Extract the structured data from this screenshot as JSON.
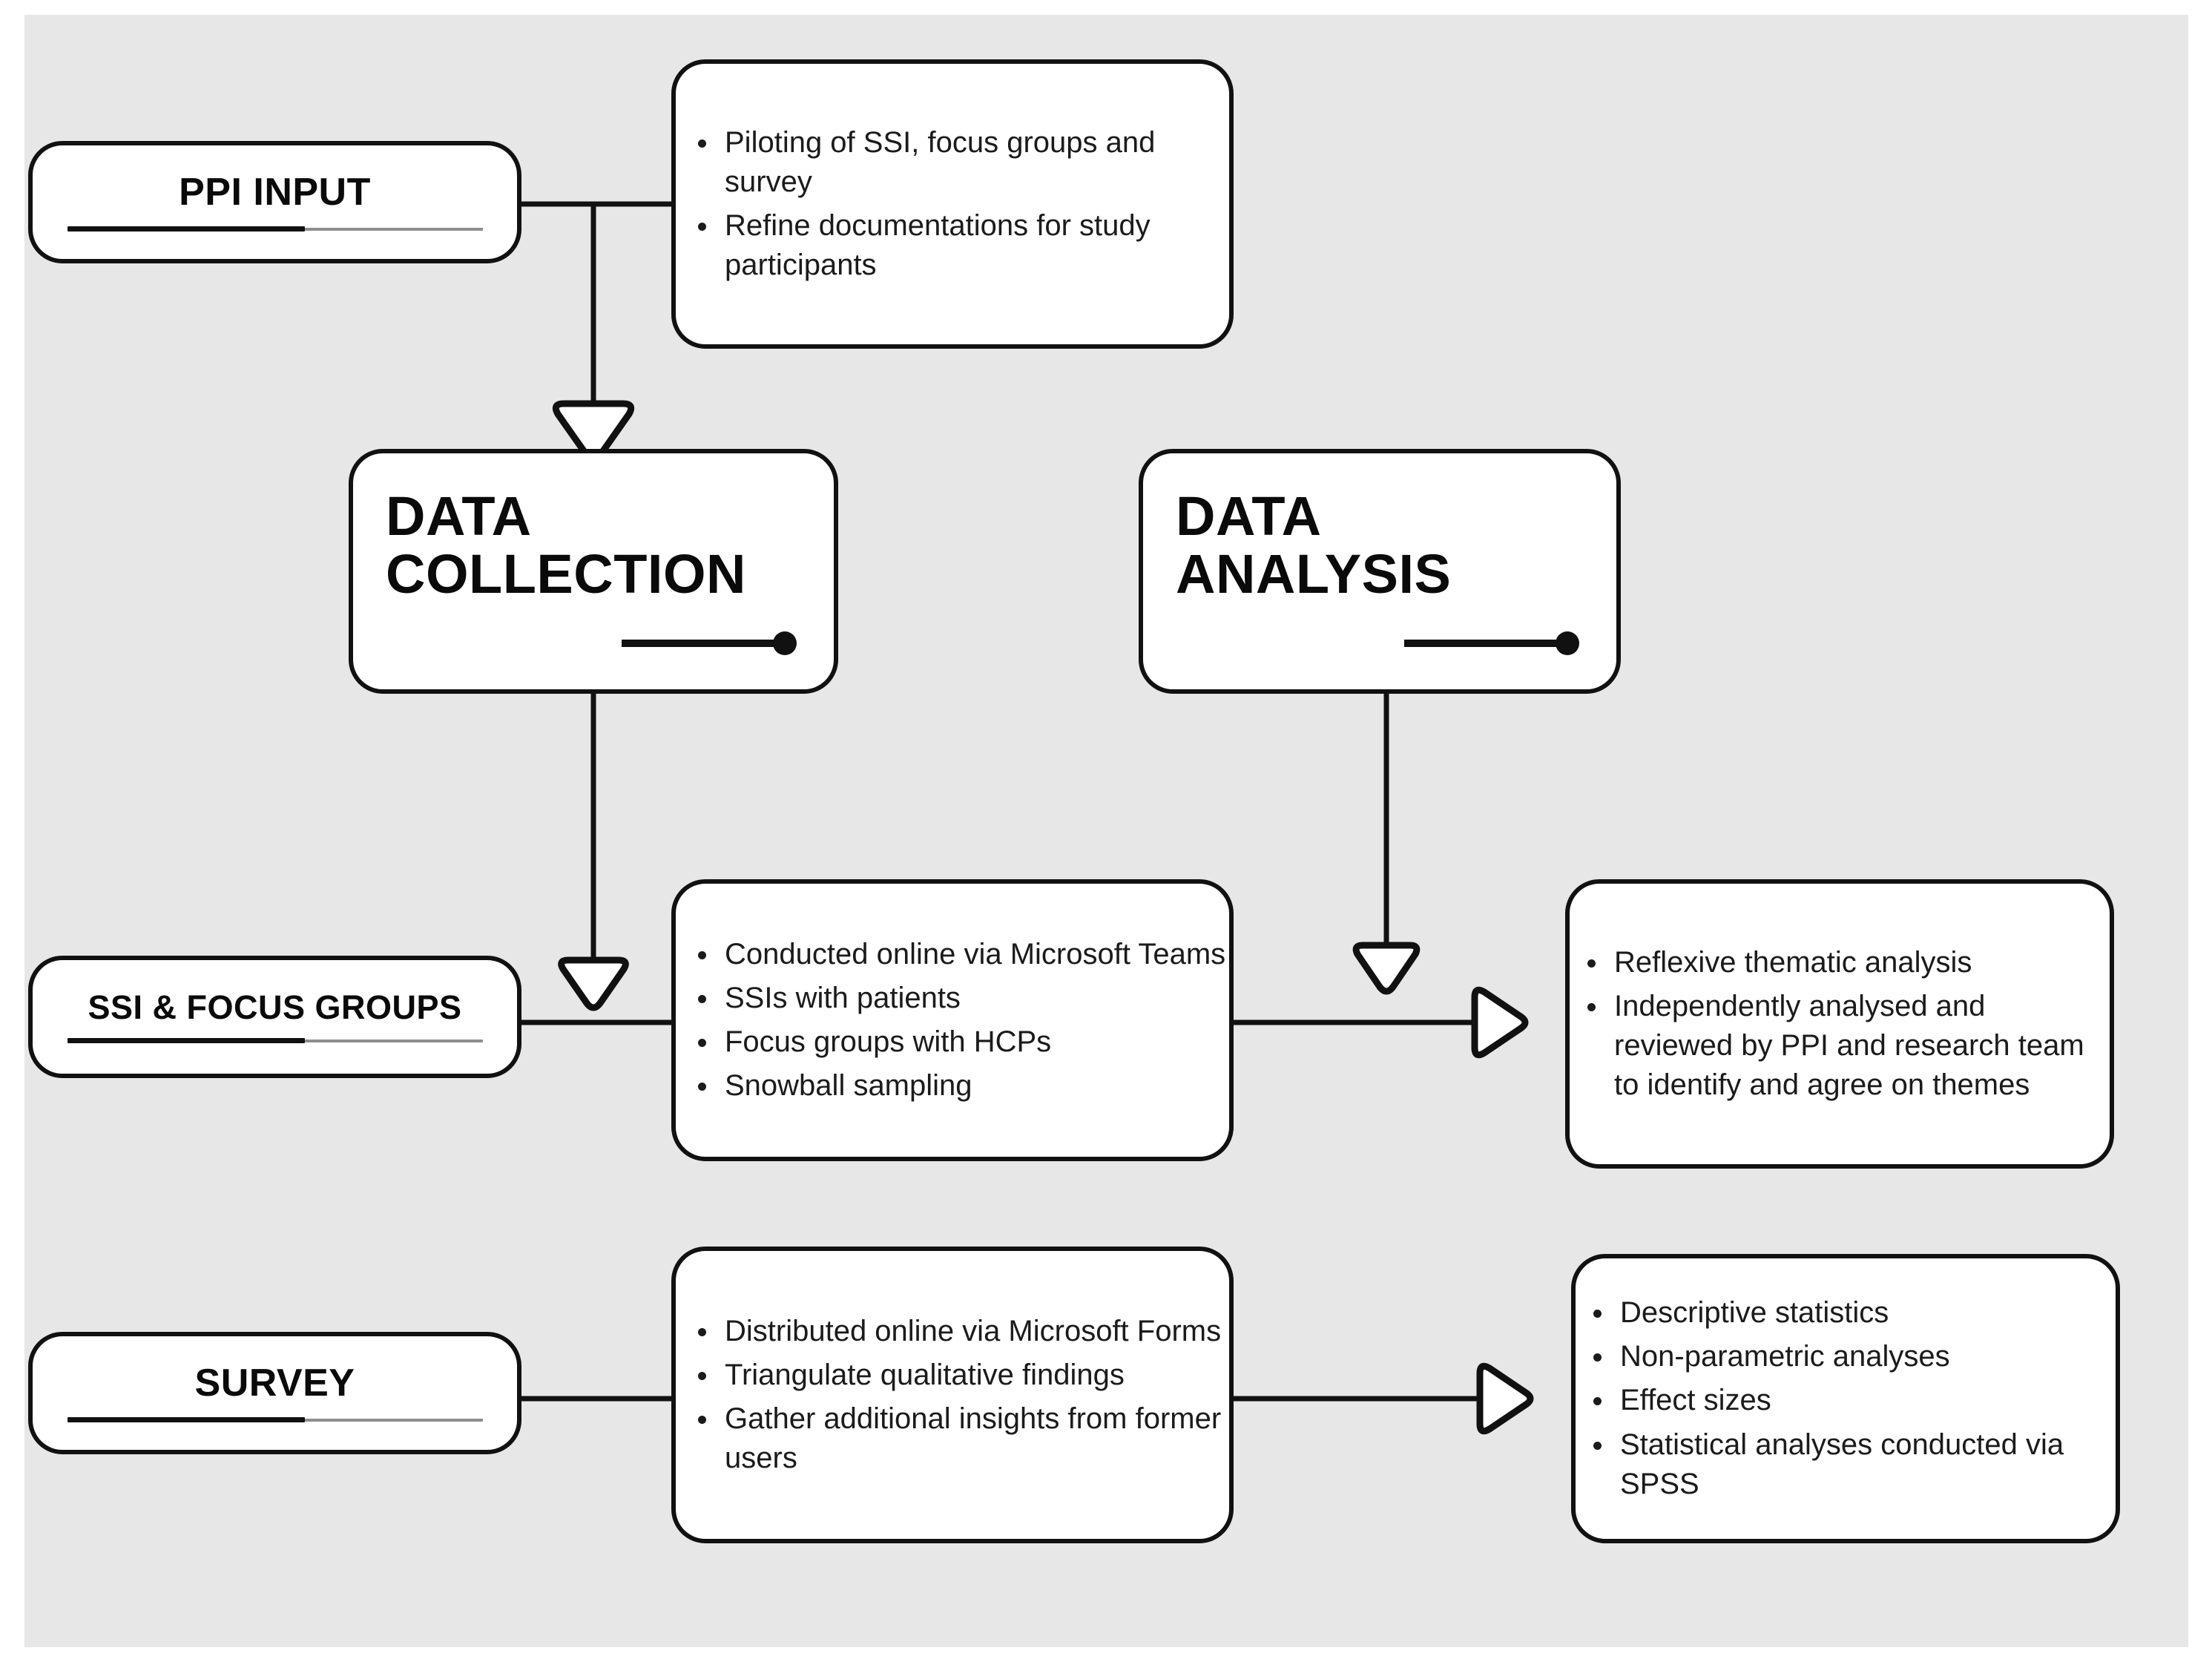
{
  "diagram": {
    "title": "Study methodology flowchart",
    "background_color": "#e7e7e7",
    "line_color": "#111111",
    "box_fill": "#ffffff",
    "rule_dark_color": "#111111",
    "rule_light_color": "#8e8e8e"
  },
  "stages": {
    "ppi_input": {
      "label": "PPI INPUT"
    },
    "ssi_focus_groups": {
      "label": "SSI & FOCUS GROUPS"
    },
    "survey": {
      "label": "SURVEY"
    }
  },
  "headlines": {
    "data_collection": {
      "label": "DATA\nCOLLECTION"
    },
    "data_analysis": {
      "label": "DATA\nANALYSIS"
    }
  },
  "details": {
    "ppi_input_details": {
      "items": [
        "Piloting of SSI, focus groups and survey",
        "Refine documentations for study participants"
      ]
    },
    "ssi_focus_groups_details": {
      "items": [
        "Conducted online via Microsoft Teams",
        "SSIs with patients",
        "Focus groups with HCPs",
        "Snowball sampling"
      ]
    },
    "qualitative_analysis_details": {
      "items": [
        "Reflexive thematic analysis",
        "Independently analysed and reviewed by PPI and research team to identify and agree on themes"
      ]
    },
    "survey_details": {
      "items": [
        "Distributed online via Microsoft Forms",
        "Triangulate qualitative findings",
        "Gather additional insights from former users"
      ]
    },
    "quantitative_analysis_details": {
      "items": [
        "Descriptive statistics",
        "Non-parametric analyses",
        "Effect sizes",
        "Statistical analyses conducted via SPSS"
      ]
    }
  }
}
